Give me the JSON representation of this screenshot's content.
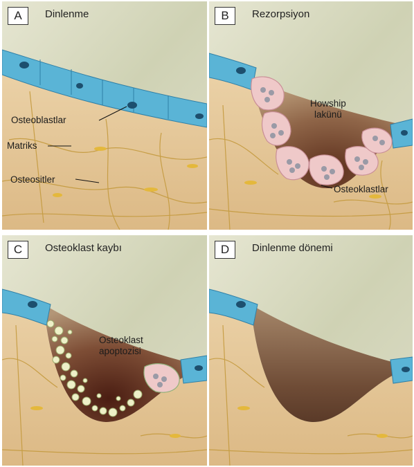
{
  "panels": {
    "a": {
      "letter": "A",
      "title": "Dinlenme",
      "labels": {
        "osteoblasts": "Osteoblastlar",
        "matrix": "Matriks",
        "osteocytes": "Osteositler"
      }
    },
    "b": {
      "letter": "B",
      "title": "Rezorpsiyon",
      "labels": {
        "lacuna_line1": "Howship",
        "lacuna_line2": "lakünü",
        "osteoclasts": "Osteoklastlar"
      }
    },
    "c": {
      "letter": "C",
      "title": "Osteoklast kaybı",
      "labels": {
        "apoptosis_line1": "Osteoklast",
        "apoptosis_line2": "apoptozisi"
      }
    },
    "d": {
      "letter": "D",
      "title": "Dinlenme dönemi"
    }
  },
  "colors": {
    "background_fog": "#d3d6bc",
    "bone_matrix": "#e2c49a",
    "canaliculi": "#c49a3e",
    "lining_cells": "#5ab4d6",
    "osteoclast": "#efc9c9",
    "resorption_pit": "#8a5a3c",
    "apoptotic_bodies": "#eef0c8"
  }
}
